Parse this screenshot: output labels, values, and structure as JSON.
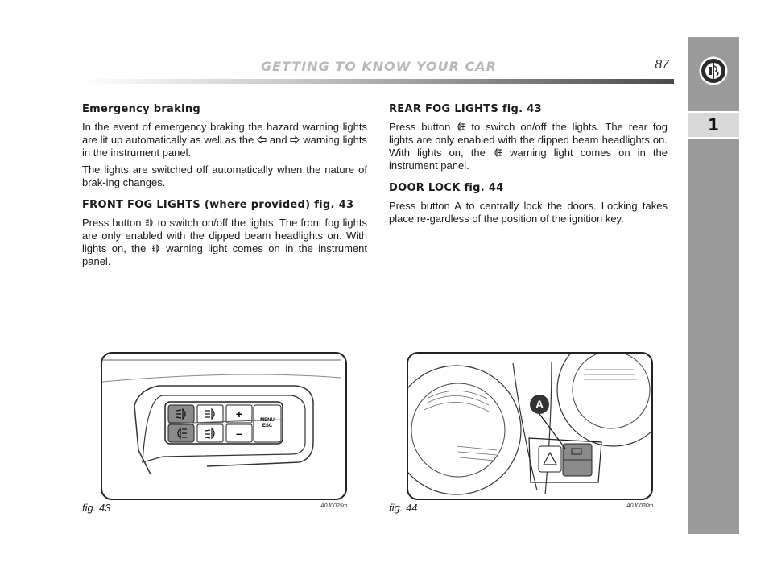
{
  "header": {
    "title": "GETTING TO KNOW YOUR CAR",
    "page_number": "87"
  },
  "side_tab": {
    "chapter": "1",
    "logo": "alfa-romeo-badge"
  },
  "left_column": {
    "emergency_heading": "Emergency braking",
    "emergency_p1_a": "In the event of emergency braking the hazard warning lights are lit up automatically as well as the",
    "emergency_p1_and": "and",
    "emergency_p1_b": "warning lights in the instrument panel.",
    "emergency_p2": "The lights are switched off automatically when the nature of brak-ing changes.",
    "front_fog_heading": "FRONT FOG LIGHTS (where provided) fig. 43",
    "front_fog_a": "Press button",
    "front_fog_b": "to switch on/off the lights. The front fog lights are only enabled with the dipped beam headlights on. With lights on, the",
    "front_fog_c": "warning light comes on in the instrument panel."
  },
  "right_column": {
    "rear_fog_heading": "REAR FOG LIGHTS fig. 43",
    "rear_fog_a": "Press button",
    "rear_fog_b": "to switch on/off the lights. The rear fog lights are only enabled with the dipped beam headlights on. With lights on, the",
    "rear_fog_c": "warning light comes on in the instrument panel.",
    "door_lock_heading": "DOOR LOCK fig. 44",
    "door_lock_text": "Press button A to centrally lock the doors. Locking takes place re-gardless of the position of the ignition key."
  },
  "figure_43": {
    "caption": "fig. 43",
    "code": "A0J0025m",
    "button_plus": "+",
    "button_minus": "–",
    "menu_label": "MENU",
    "esc_label": "ESC"
  },
  "figure_44": {
    "caption": "fig. 44",
    "code": "A0J0030m",
    "callout": "A"
  }
}
